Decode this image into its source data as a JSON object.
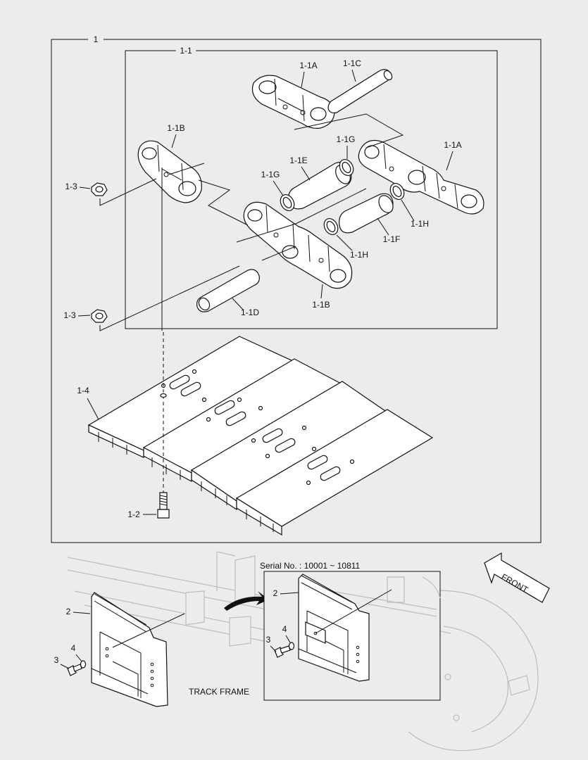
{
  "labels": {
    "assy": "1",
    "link_assy": "1-1",
    "link_a_top": "1-1A",
    "pin_c": "1-1C",
    "link_b_left": "1-1B",
    "seal_g_right": "1-1G",
    "link_a_right": "1-1A",
    "bushing_e": "1-1E",
    "seal_g_left": "1-1G",
    "nut_top": "1-3",
    "seal_h_right": "1-1H",
    "bushing_f": "1-1F",
    "seal_h_left": "1-1H",
    "pin_d": "1-1D",
    "link_b_bottom": "1-1B",
    "nut_bottom": "1-3",
    "shoe": "1-4",
    "bolt": "1-2",
    "guard_left": "2",
    "washer_left": "4",
    "screw_left": "3",
    "guard_inset": "2",
    "washer_inset": "4",
    "screw_inset": "3"
  },
  "serial_text": "Serial No. : 10001 ~ 10811",
  "track_frame_text": "TRACK FRAME",
  "front_text": "FRONT"
}
